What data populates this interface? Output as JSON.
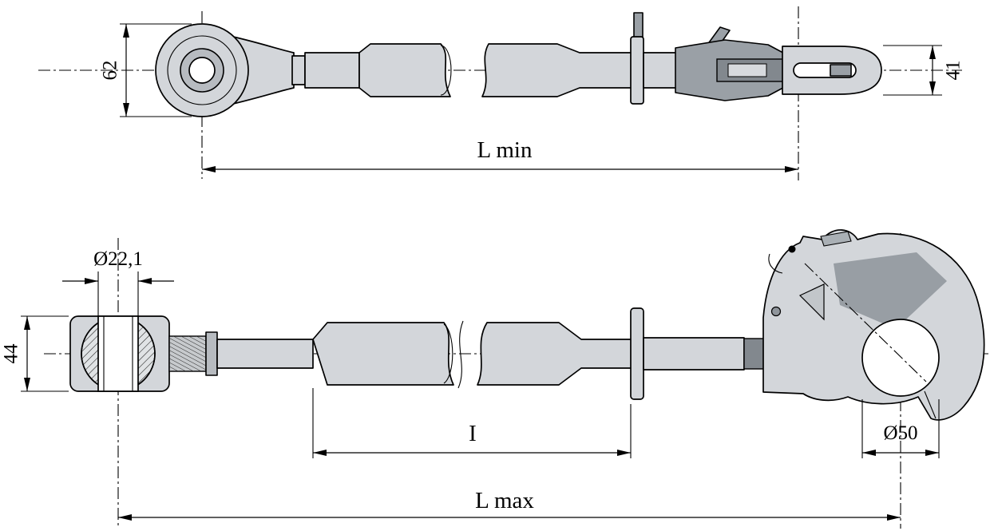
{
  "drawing": {
    "type": "technical-drawing",
    "subject": "top-link with ball eye and quick-release hook, two views with break lines",
    "colors": {
      "background": "#ffffff",
      "line": "#000000",
      "part_fill_light": "#d3d6da",
      "part_fill_mid": "#b7bbc0",
      "part_fill_dark": "#9aa0a6"
    },
    "top_view": {
      "dim_eye_diameter": "62",
      "dim_end_height": "41",
      "dim_length_min": "L min"
    },
    "bottom_view": {
      "dim_bore_diameter": "Ø22,1",
      "dim_ball_width": "44",
      "dim_adjust_length": "I",
      "dim_hook_diameter": "Ø50",
      "dim_length_max": "L max"
    }
  }
}
